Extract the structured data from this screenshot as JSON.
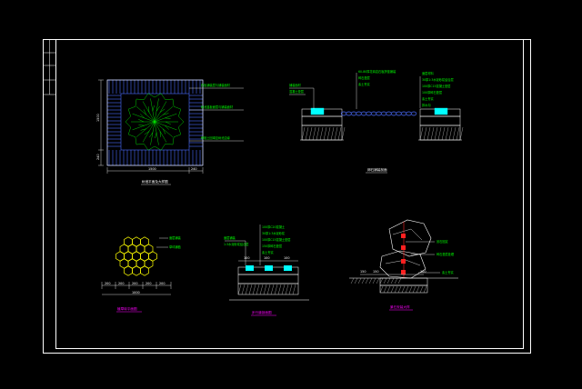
{
  "colors": {
    "background": "#000000",
    "frame": "#ffffff",
    "text_green": "#00ff00",
    "text_yellow": "#ffff00",
    "cyan": "#00ffff",
    "magenta": "#ff00ff",
    "red": "#ff2020",
    "blue": "#4a6cff"
  },
  "tree_pool": {
    "labels": [
      "石板铺装层与铺装面材",
      "树池盖板面层与铺装面材",
      "种植土回填至树池边缘"
    ],
    "dim_width": "1500",
    "dim_side": "240",
    "dim_height": "1500",
    "dim_corner": "240",
    "title": "树池平面及大样图"
  },
  "pavement_section": {
    "left_labels": [
      "铺装面材",
      "混凝土垫层"
    ],
    "right_labels": [
      "面层材料",
      "30厚1:3水泥砂浆结合层",
      "100厚C15混凝土垫层",
      "100厚碎石垫层",
      "素土夯实",
      "排水沟"
    ],
    "mid_labels": [
      "60-80厚花岗岩石板拼缝铺装",
      "碎石垫层",
      "素土夯实"
    ],
    "title": "卵石铺装剖面"
  },
  "hex_pave": {
    "labels": [
      "面层铺装",
      "草坪铺植"
    ],
    "dims": [
      "200",
      "200",
      "200",
      "200",
      "200"
    ],
    "dim_total": "1000",
    "title": "植草砖平面图"
  },
  "path_section": {
    "labels": [
      "面层铺装",
      "1:3水泥砂浆结合层",
      "100厚C20混凝土",
      "30厚1:3水泥砂浆",
      "100厚C15混凝土垫层",
      "150厚碎石垫层",
      "素土夯实"
    ],
    "dims": [
      "100",
      "100",
      "100"
    ],
    "title": "步行道剖面图"
  },
  "rock_detail": {
    "labels": [
      "景石固定",
      "碎石垫层处理",
      "素土夯实"
    ],
    "dims": [
      "150",
      "150",
      "100"
    ],
    "title": "景石安装大样"
  }
}
